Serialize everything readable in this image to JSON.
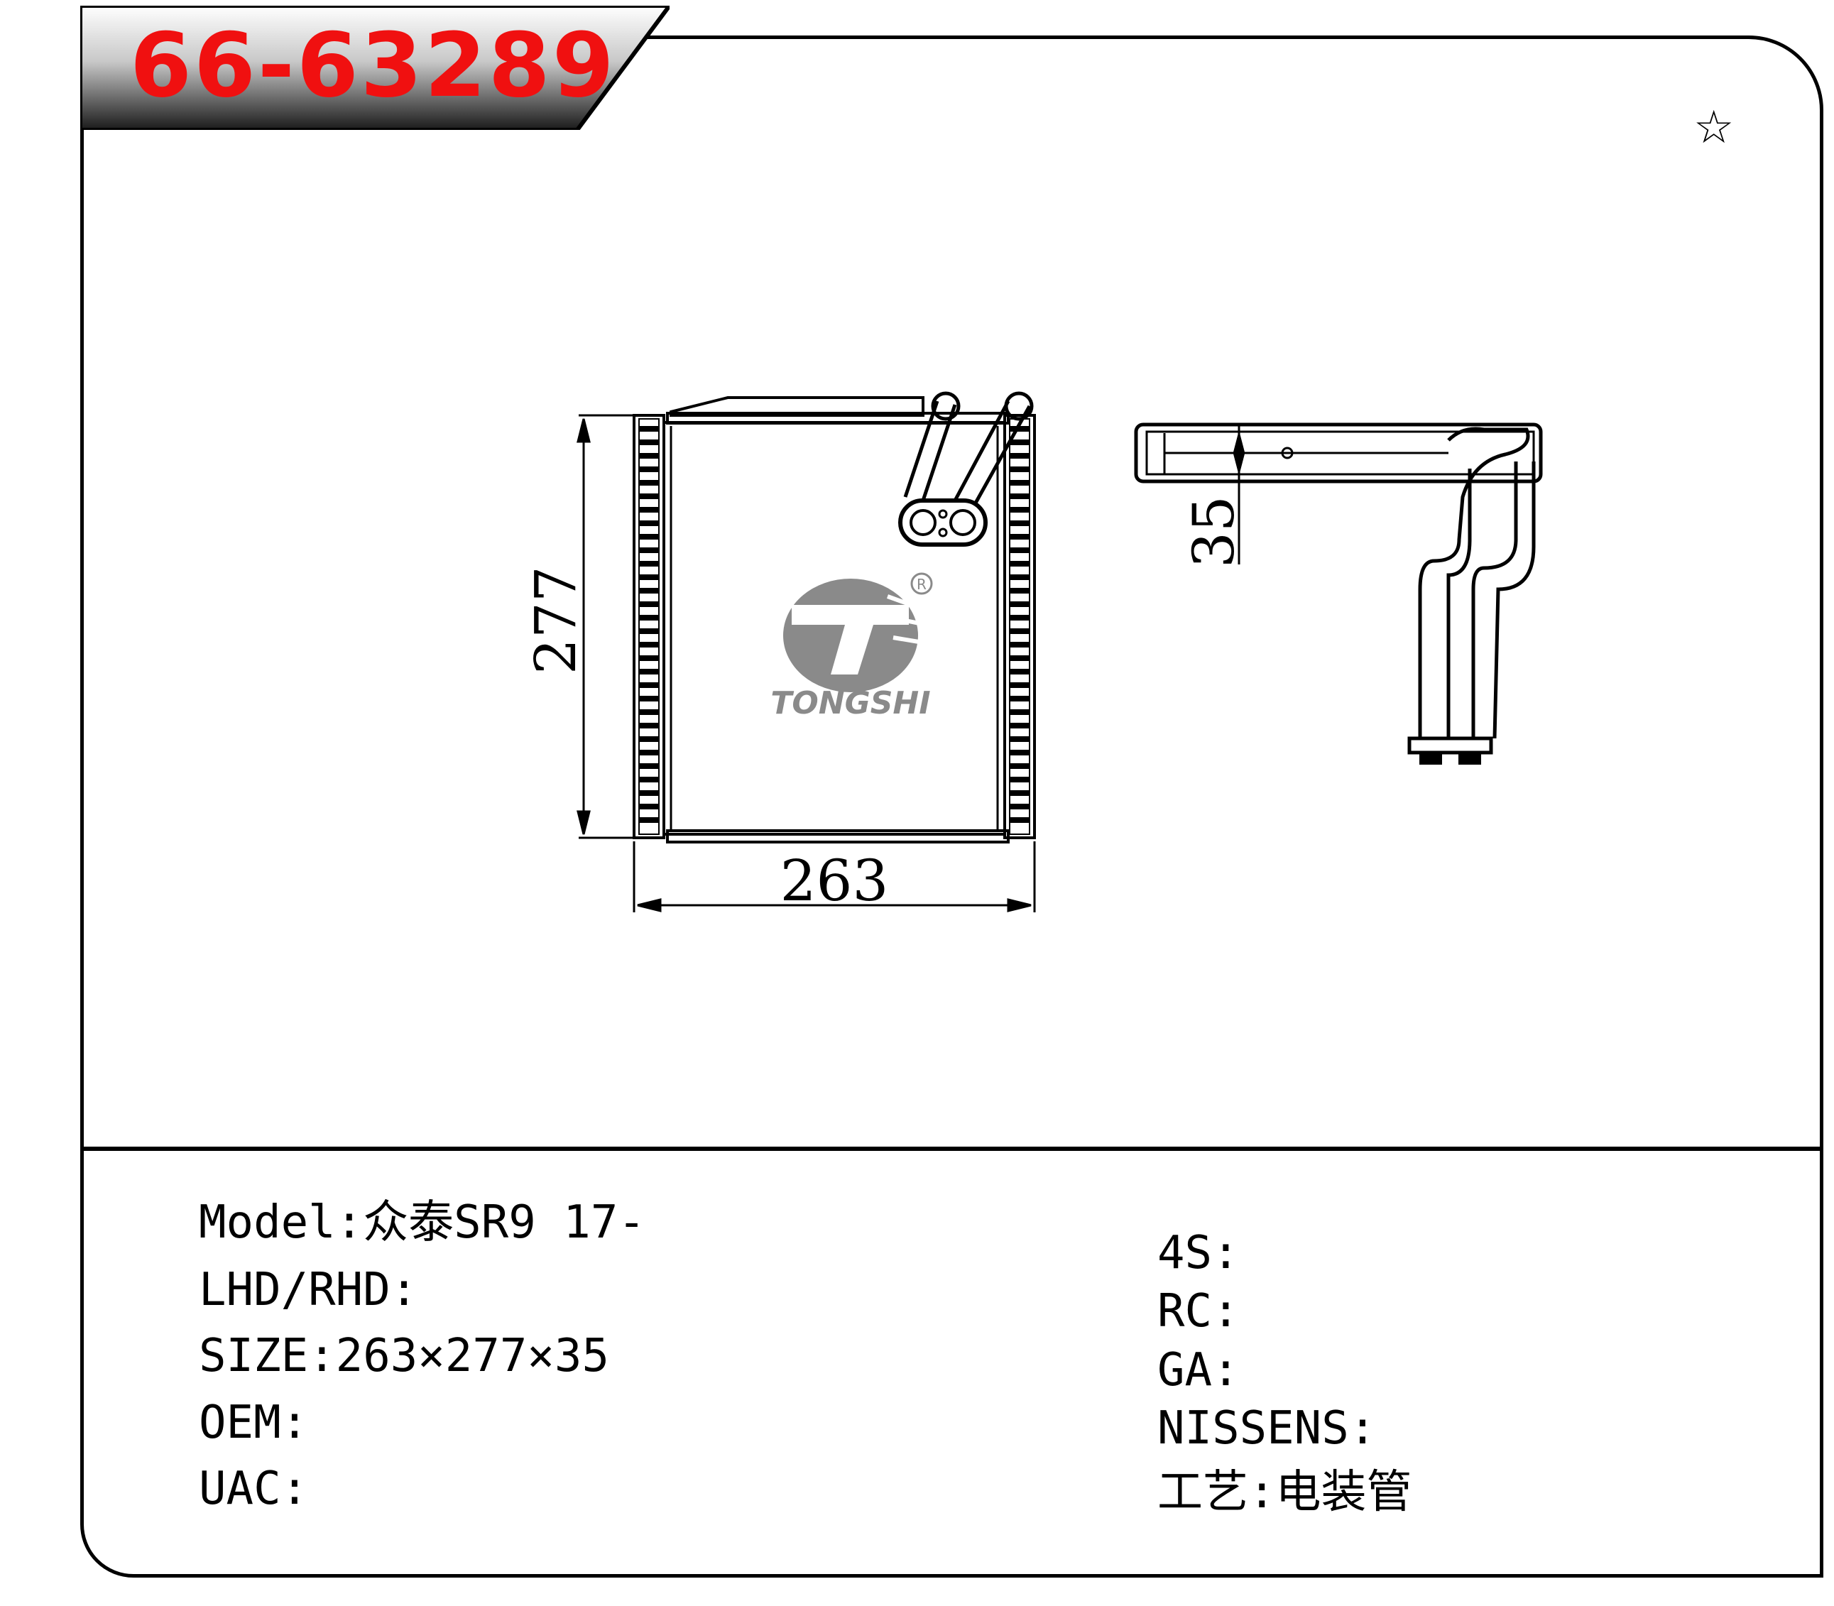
{
  "header": {
    "part_number": "66-63289"
  },
  "corner_symbol": "☆",
  "drawing": {
    "width_dim": "263",
    "height_dim": "277",
    "depth_dim": "35",
    "logo": {
      "brand": "TONGSHI",
      "registered": "®"
    }
  },
  "specs_left": [
    {
      "label": "Model:",
      "value": "众泰SR9 17-"
    },
    {
      "label": "LHD/RHD:",
      "value": ""
    },
    {
      "label": "SIZE:",
      "value": "263×277×35"
    },
    {
      "label": "OEM:",
      "value": ""
    },
    {
      "label": "UAC:",
      "value": ""
    }
  ],
  "specs_right": [
    {
      "label": "4S:",
      "value": ""
    },
    {
      "label": "RC:",
      "value": ""
    },
    {
      "label": "GA:",
      "value": ""
    },
    {
      "label": "NISSENS:",
      "value": ""
    },
    {
      "label": "工艺:",
      "value": "电装管"
    }
  ]
}
